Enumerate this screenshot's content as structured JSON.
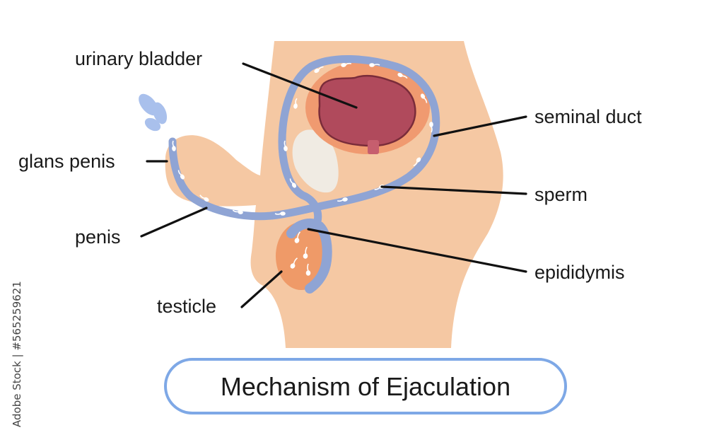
{
  "diagram": {
    "title": "Mechanism of Ejaculation",
    "labels": {
      "urinary_bladder": "urinary bladder",
      "glans_penis": "glans penis",
      "penis": "penis",
      "testicle": "testicle",
      "seminal_duct": "seminal duct",
      "sperm": "sperm",
      "epididymis": "epididymis"
    },
    "watermark": "Adobe Stock | #565259621",
    "colors": {
      "skin": "#f5c8a3",
      "duct": "#8fa4d4",
      "bladder_outer": "#f09a70",
      "bladder_inner": "#b04a5c",
      "testicle": "#ef9a68",
      "title_border": "#7ea8e6"
    }
  }
}
